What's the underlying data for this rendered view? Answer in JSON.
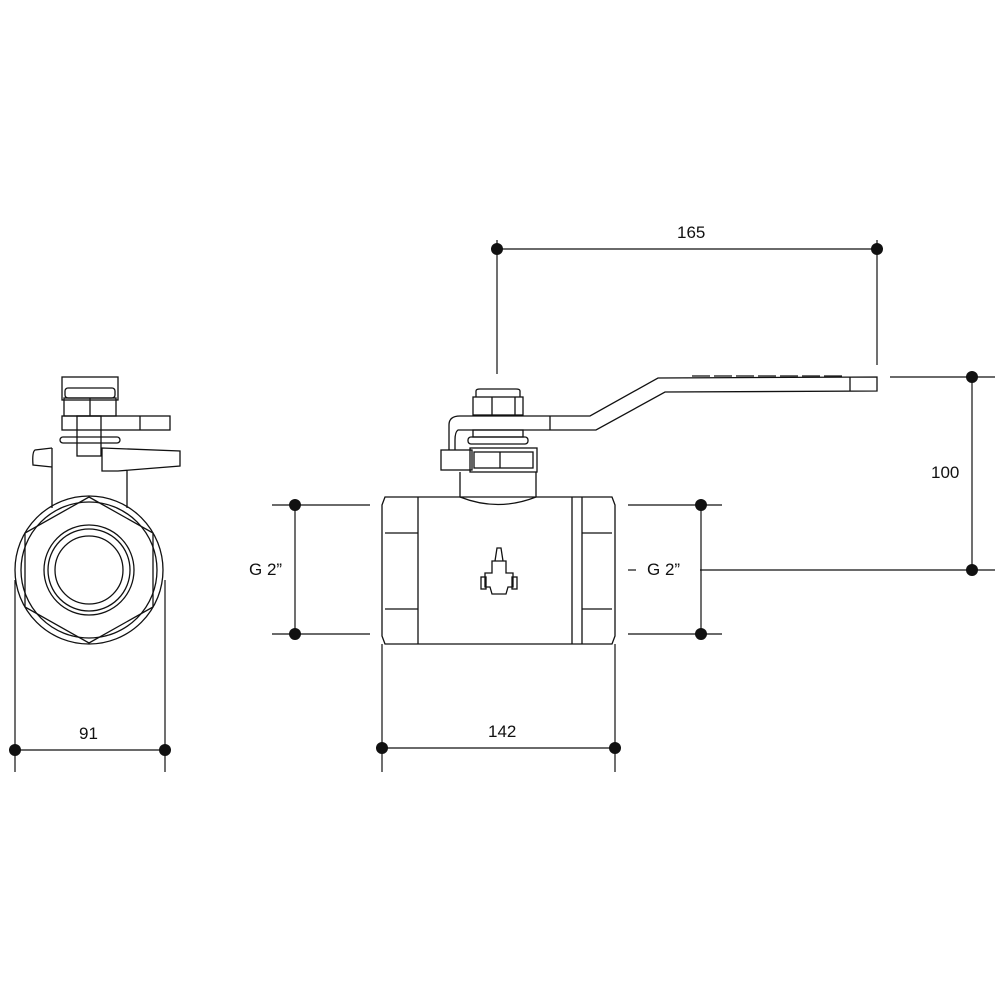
{
  "dimensions": {
    "side_width": "91",
    "body_length": "142",
    "handle_length": "165",
    "handle_height": "100",
    "thread_left": "G 2”",
    "thread_right": "G 2”"
  },
  "colors": {
    "line": "#111111",
    "background": "#ffffff"
  }
}
